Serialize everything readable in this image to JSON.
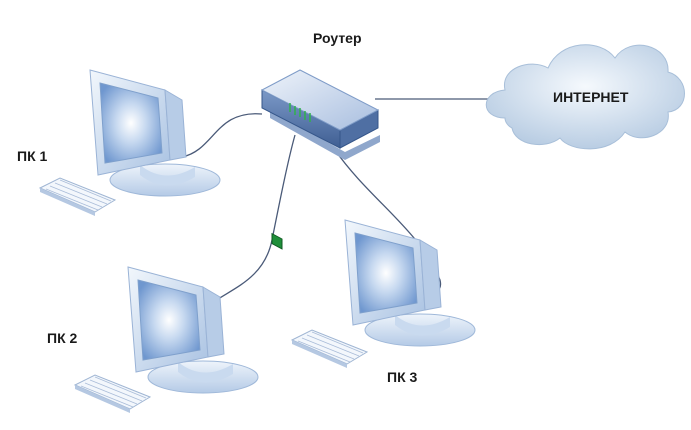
{
  "labels": {
    "router": "Роутер",
    "internet": "ИНТЕРНЕТ",
    "pc1": "ПК 1",
    "pc2": "ПК 2",
    "pc3": "ПК 3"
  },
  "icons": {
    "router": "router-icon",
    "cloud": "cloud-icon",
    "computer": "computer-icon",
    "keyboard": "keyboard-icon"
  },
  "colors": {
    "monitor_frame": "#cfe0f3",
    "monitor_screen": "#8fb3de",
    "router_top": "#d9e4f2",
    "router_side": "#5f7fb0",
    "cloud": "#dbe6f1",
    "cable": "#4a5a78",
    "router_led": "#2fb34a"
  }
}
